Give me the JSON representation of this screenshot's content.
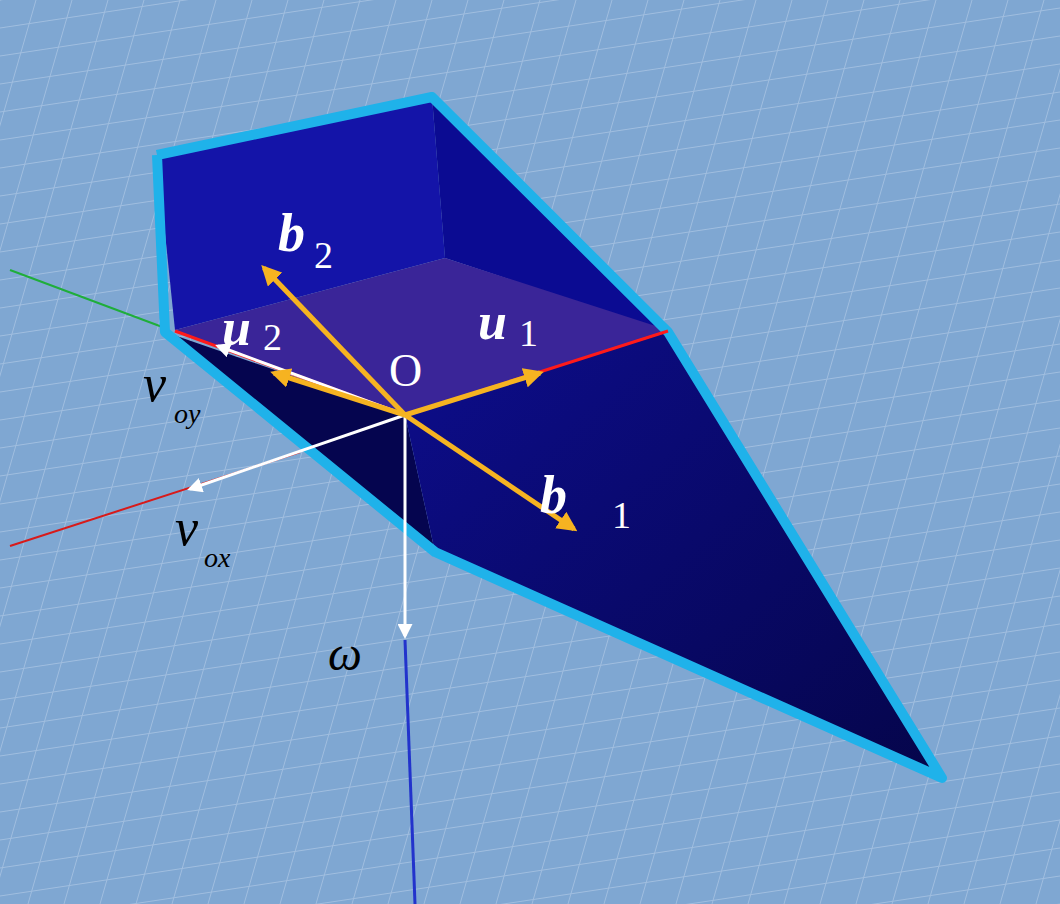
{
  "diagram": {
    "labels": [
      "b",
      "2",
      "u",
      "2",
      "u",
      "1",
      "O",
      "b",
      "1",
      "v",
      "oy",
      "v",
      "ox",
      "ω"
    ]
  }
}
